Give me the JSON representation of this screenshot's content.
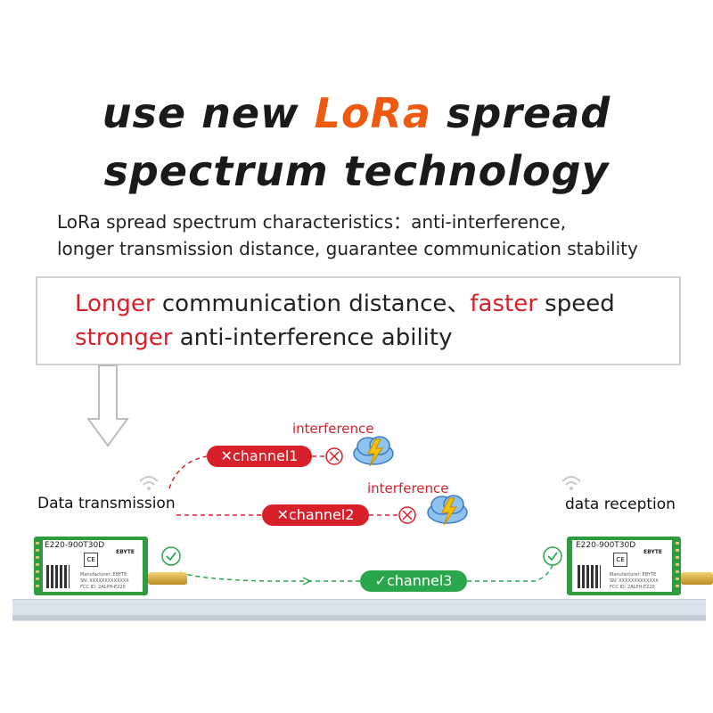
{
  "headline": {
    "line1_before": "use new ",
    "line1_highlight": "LoRa",
    "line1_after": " spread",
    "line2": "spectrum technology"
  },
  "subtitle": {
    "line1": "LoRa spread spectrum characteristics：anti-interference,",
    "line2": "longer transmission distance, guarantee communication stability"
  },
  "features": {
    "line1_highlight1": "Longer",
    "line1_text1": " communication distance、",
    "line1_highlight2": "faster",
    "line1_text2": " speed",
    "line2_highlight": "stronger",
    "line2_text": " anti-interference ability"
  },
  "diagram": {
    "left_label": "Data transmission",
    "right_label": "data reception",
    "interference_label_1": "interference",
    "interference_label_2": "interference",
    "channel1": "channel1",
    "channel2": "channel2",
    "channel3": "channel3",
    "fail_mark": "✕",
    "ok_mark": "✓"
  },
  "modules": {
    "left": {
      "model": "E220-900T30D",
      "brand": "EBYTE",
      "manufacturer": "Manufacturer: EBYTE",
      "sn": "SN: XXXXXXXXXXXXX",
      "fcc": "FCC ID: 2ALPH-E220"
    },
    "right": {
      "model": "E220-900T30D",
      "brand": "EBYTE",
      "manufacturer": "Manufacturer: EBYTE",
      "sn": "SN: XXXXXXXXXXXXX",
      "fcc": "FCC ID: 2ALPH-E220"
    }
  },
  "colors": {
    "accent_orange": "#ee5a10",
    "red": "#d7202a",
    "green": "#29a74a"
  }
}
